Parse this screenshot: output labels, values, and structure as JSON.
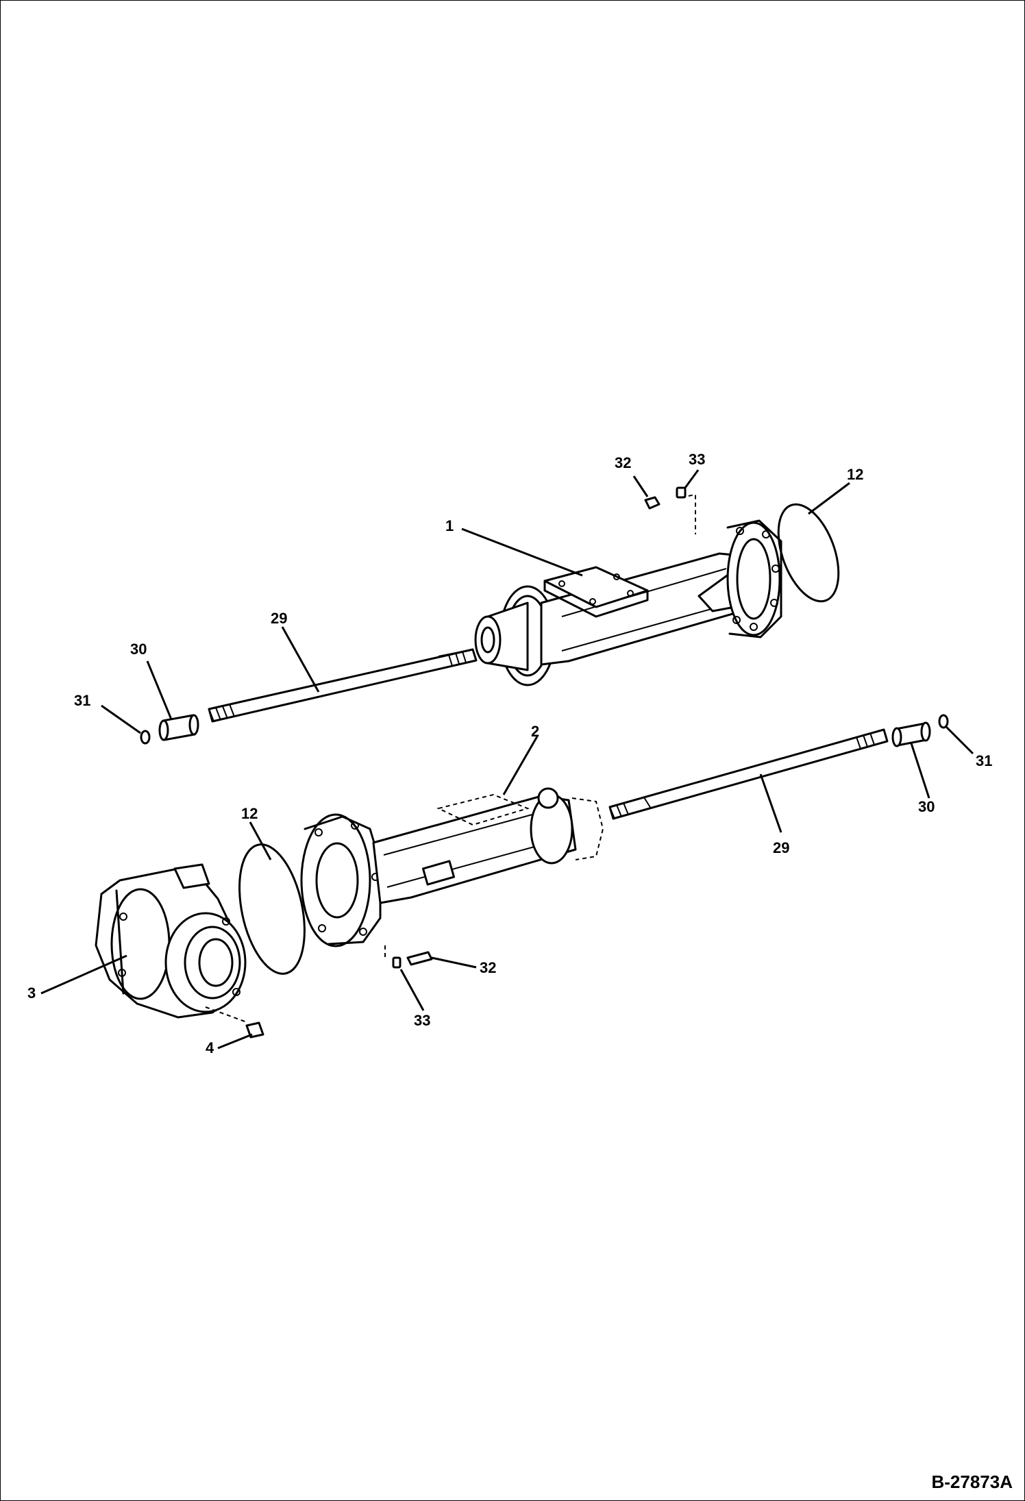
{
  "figure_id": "B-27873A",
  "callouts": {
    "c1": "1",
    "c2": "2",
    "c3": "3",
    "c4": "4",
    "c12_top": "12",
    "c12_bottom": "12",
    "c29_top": "29",
    "c29_bottom": "29",
    "c30_left": "30",
    "c30_right": "30",
    "c31_left": "31",
    "c31_right": "31",
    "c32_top": "32",
    "c32_bottom": "32",
    "c33_top": "33",
    "c33_bottom": "33"
  }
}
